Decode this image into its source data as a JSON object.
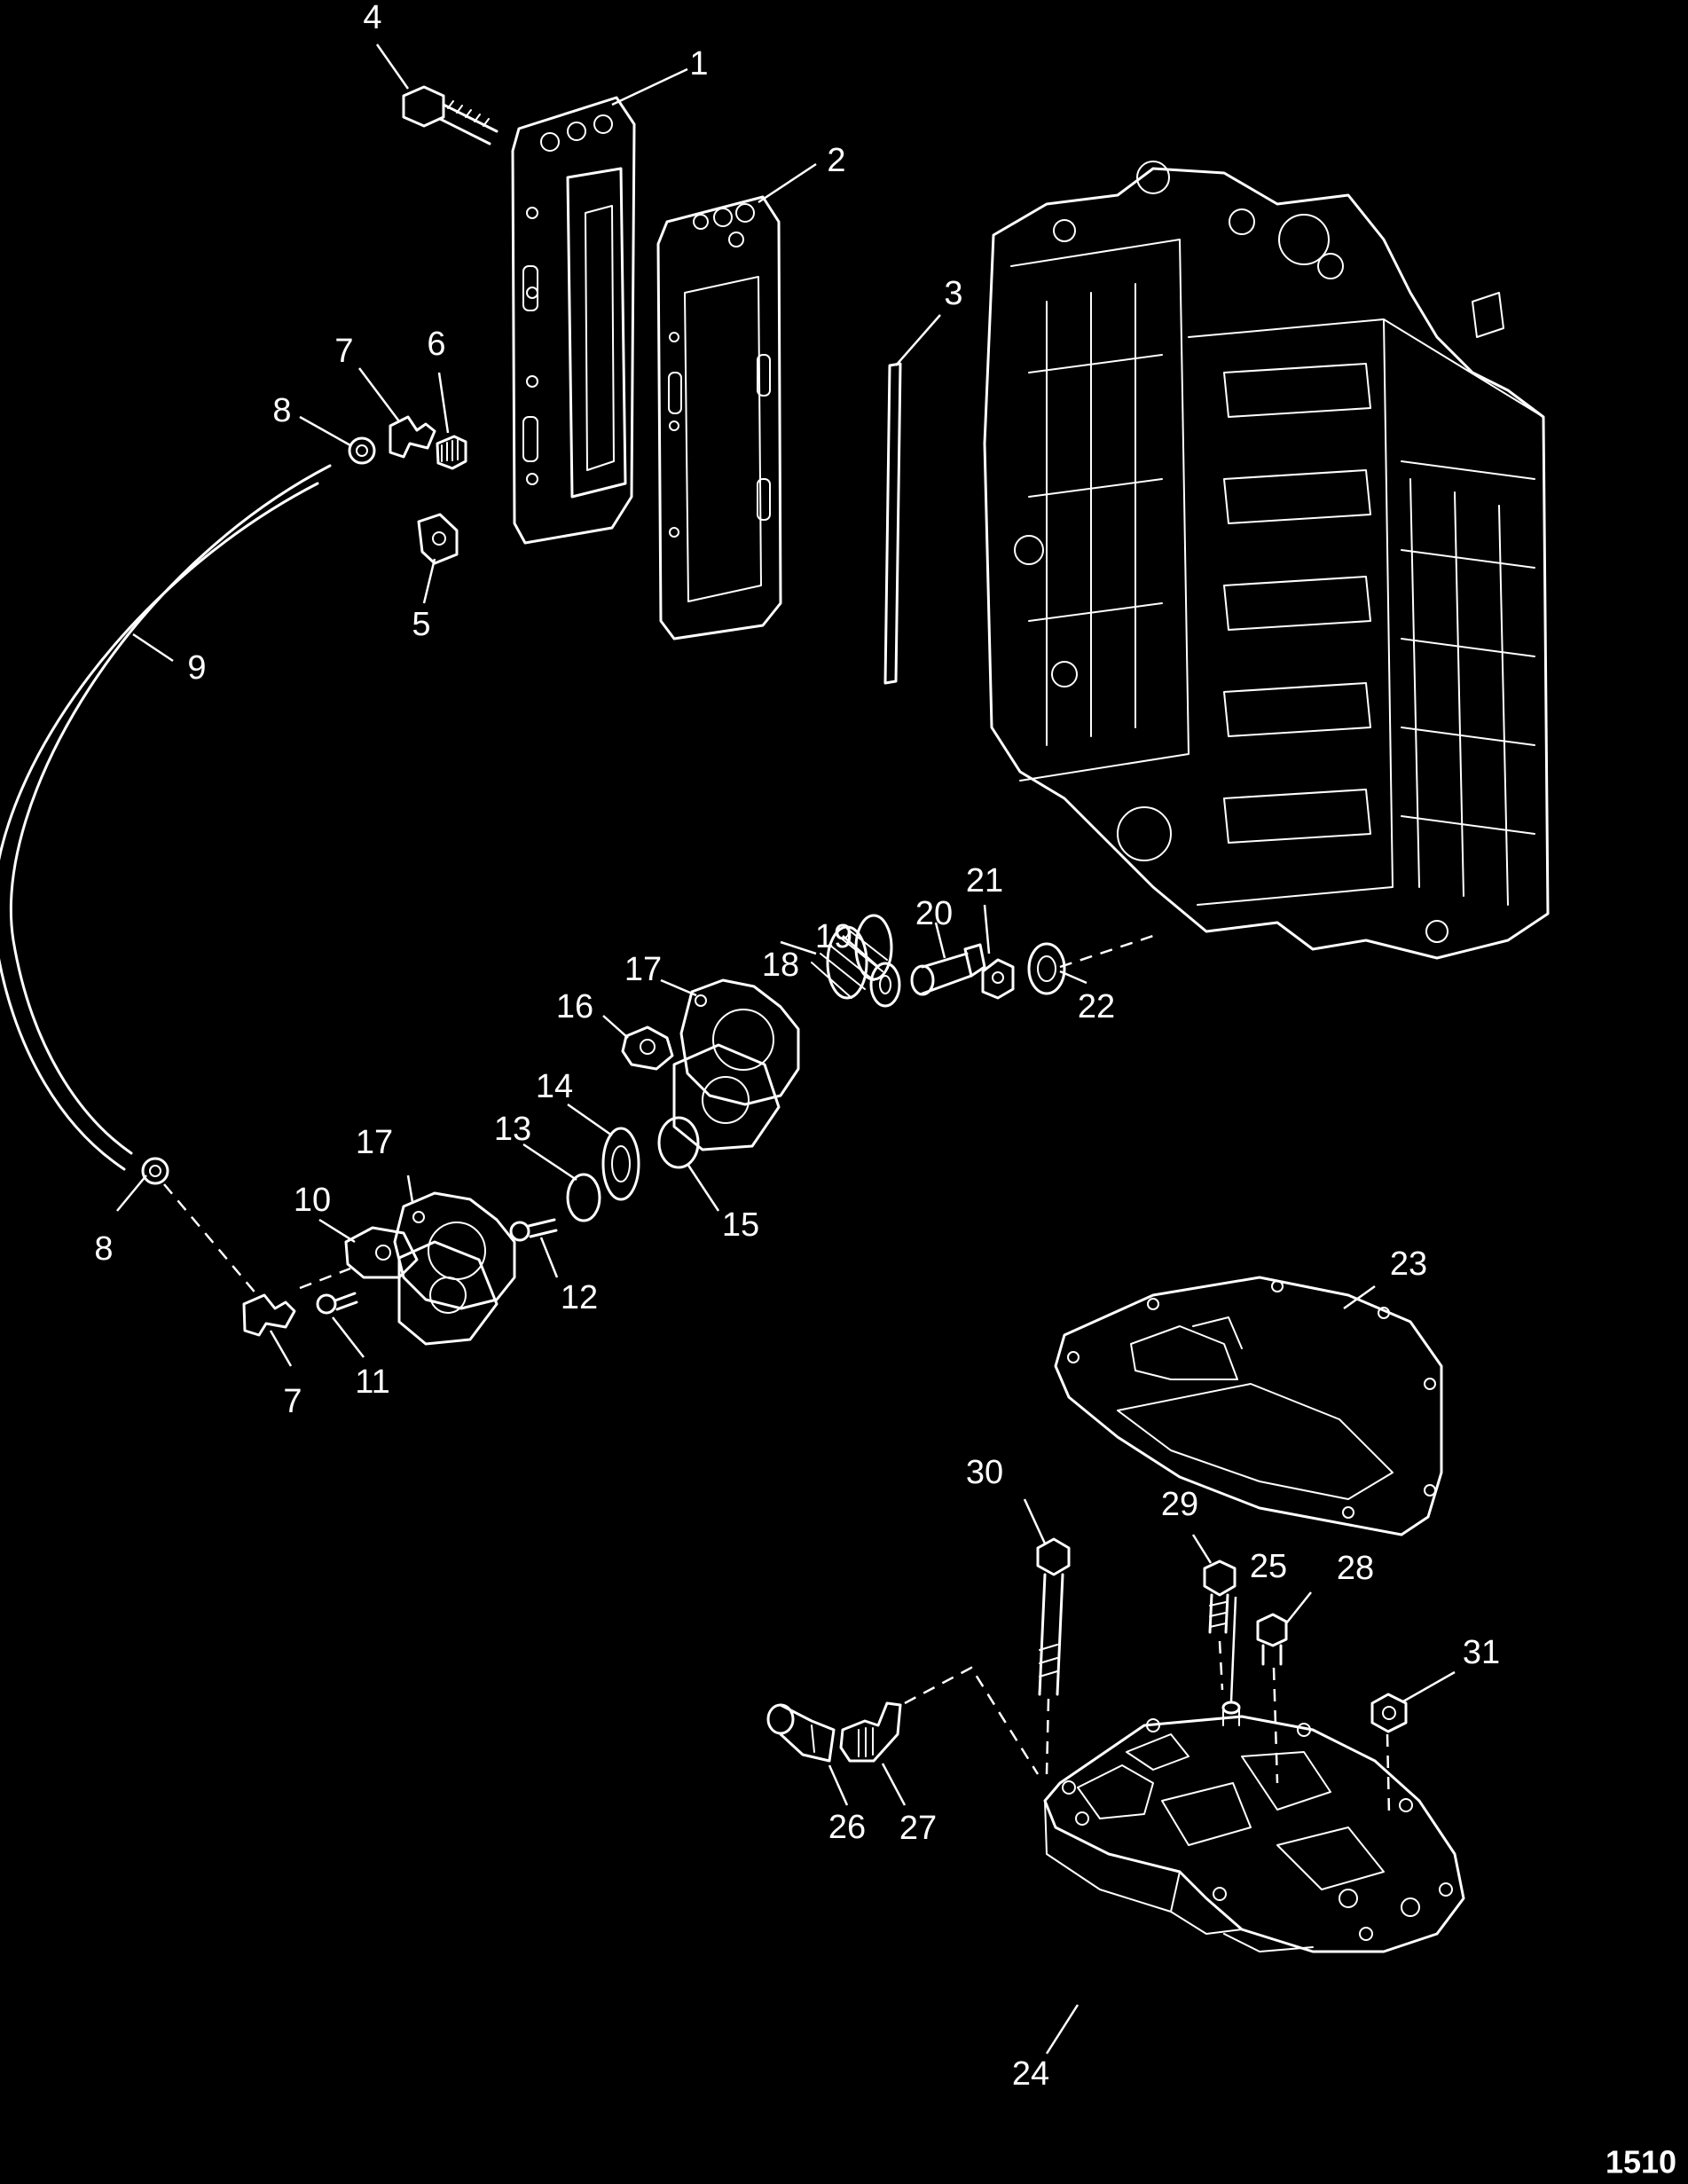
{
  "figure_code": "1510",
  "callouts": [
    {
      "id": "c1",
      "text": "1"
    },
    {
      "id": "c2",
      "text": "2"
    },
    {
      "id": "c3",
      "text": "3"
    },
    {
      "id": "c4",
      "text": "4"
    },
    {
      "id": "c5",
      "text": "5"
    },
    {
      "id": "c6",
      "text": "6"
    },
    {
      "id": "c7a",
      "text": "7"
    },
    {
      "id": "c8a",
      "text": "8"
    },
    {
      "id": "c9",
      "text": "9"
    },
    {
      "id": "c10",
      "text": "10"
    },
    {
      "id": "c11",
      "text": "11"
    },
    {
      "id": "c12",
      "text": "12"
    },
    {
      "id": "c13",
      "text": "13"
    },
    {
      "id": "c14",
      "text": "14"
    },
    {
      "id": "c15",
      "text": "15"
    },
    {
      "id": "c16",
      "text": "16"
    },
    {
      "id": "c17a",
      "text": "17"
    },
    {
      "id": "c18",
      "text": "18"
    },
    {
      "id": "c19",
      "text": "19"
    },
    {
      "id": "c20",
      "text": "20"
    },
    {
      "id": "c21",
      "text": "21"
    },
    {
      "id": "c22",
      "text": "22"
    },
    {
      "id": "c23",
      "text": "23"
    },
    {
      "id": "c24",
      "text": "24"
    },
    {
      "id": "c25",
      "text": "25"
    },
    {
      "id": "c26",
      "text": "26"
    },
    {
      "id": "c27",
      "text": "27"
    },
    {
      "id": "c28",
      "text": "28"
    },
    {
      "id": "c29",
      "text": "29"
    },
    {
      "id": "c30",
      "text": "30"
    },
    {
      "id": "c31",
      "text": "31"
    },
    {
      "id": "c7b",
      "text": "7"
    },
    {
      "id": "c8b",
      "text": "8"
    },
    {
      "id": "c17b",
      "text": "17"
    }
  ]
}
